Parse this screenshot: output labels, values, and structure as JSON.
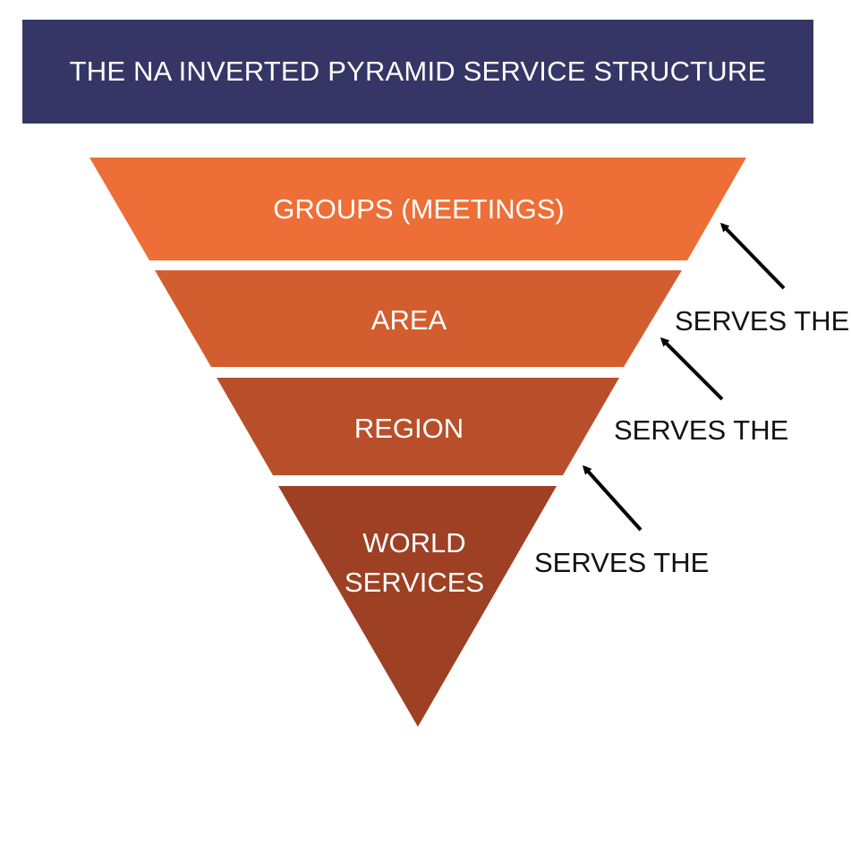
{
  "title": "THE NA INVERTED PYRAMID SERVICE STRUCTURE",
  "colors": {
    "title_background": "#353665",
    "groups": "#ED6E36",
    "area": "#D25E30",
    "region": "#B84F2A",
    "world_services": "#9D4024",
    "arrow": "#000000"
  },
  "layers": [
    {
      "label": "GROUPS (MEETINGS)"
    },
    {
      "label": "AREA"
    },
    {
      "label": "REGION"
    },
    {
      "label_lines": [
        "WORLD",
        "SERVICES"
      ]
    }
  ],
  "relations": [
    {
      "label": "SERVES THE",
      "icon": "arrow-up-left-icon"
    },
    {
      "label": "SERVES THE",
      "icon": "arrow-up-left-icon"
    },
    {
      "label": "SERVES THE",
      "icon": "arrow-up-left-icon"
    }
  ]
}
